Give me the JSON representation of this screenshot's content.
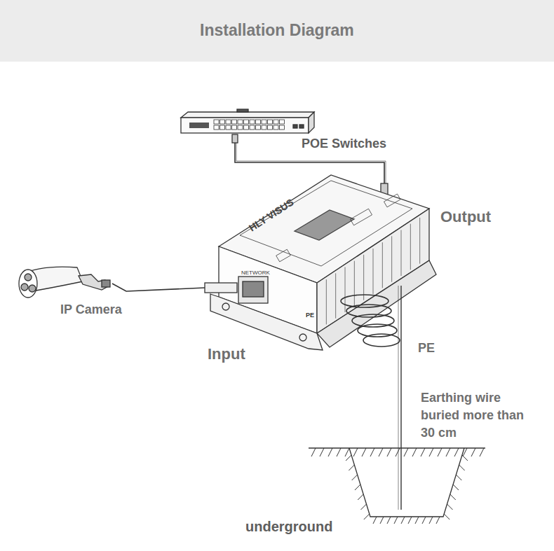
{
  "diagram": {
    "title": "Installation Diagram",
    "labels": [
      "POE Switches",
      "Output",
      "IP Camera",
      "Input",
      "PE",
      "Earthing wire buried more than 30 cm",
      "underground",
      "HLY VISUS",
      "NETWORK",
      "PE"
    ]
  }
}
